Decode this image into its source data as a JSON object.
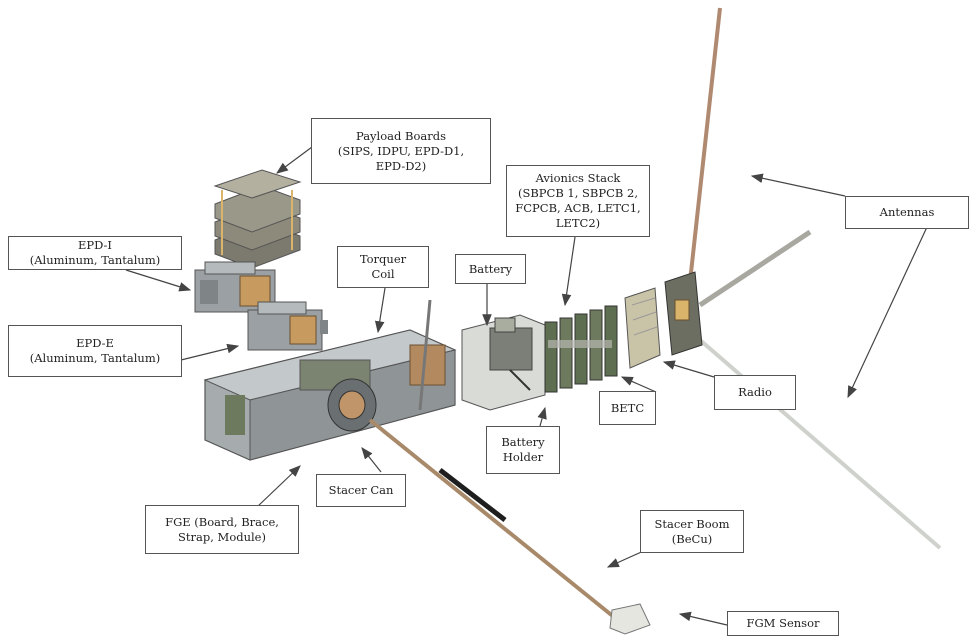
{
  "callouts": {
    "payload_boards": "Payload Boards\n(SIPS, IDPU, EPD-D1,\nEPD-D2)",
    "epd_i": "EPD-I\n(Aluminum, Tantalum)",
    "epd_e": "EPD-E\n(Aluminum, Tantalum)",
    "torquer_coil": "Torquer\nCoil",
    "battery": "Battery",
    "avionics_stack": "Avionics Stack\n(SBPCB 1, SBPCB 2,\nFCPCB, ACB, LETC1,\nLETC2)",
    "antennas": "Antennas",
    "radio": "Radio",
    "betc": "BETC",
    "battery_holder": "Battery\nHolder",
    "stacer_can": "Stacer Can",
    "fge": "FGE (Board, Brace,\nStrap, Module)",
    "stacer_boom": "Stacer Boom\n(BeCu)",
    "fgm_sensor": "FGM Sensor"
  },
  "colors": {
    "frame": "#8f9597",
    "board": "#6d7a5e",
    "copper": "#c0956a",
    "gold": "#d9b46a",
    "boom": "#4a4a4a",
    "arrow": "#444444"
  }
}
